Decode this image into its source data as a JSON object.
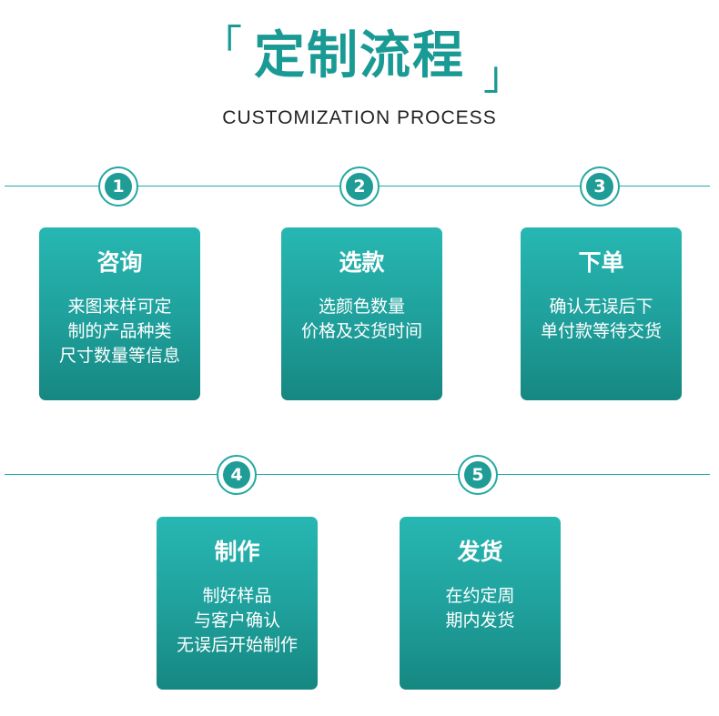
{
  "header": {
    "title": "定制流程",
    "subtitle": "CUSTOMIZATION PROCESS",
    "bracket_open": "「",
    "bracket_close": "」"
  },
  "colors": {
    "accent": "#1a9a94",
    "card_top": "#27b7b2",
    "card_bottom": "#168781"
  },
  "steps": [
    {
      "number": "1",
      "title": "咨询",
      "lines": [
        "来图来样可定",
        "制的产品种类",
        "尺寸数量等信息"
      ]
    },
    {
      "number": "2",
      "title": "选款",
      "lines": [
        "选颜色数量",
        "价格及交货时间"
      ]
    },
    {
      "number": "3",
      "title": "下单",
      "lines": [
        "确认无误后下",
        "单付款等待交货"
      ]
    },
    {
      "number": "4",
      "title": "制作",
      "lines": [
        "制好样品",
        "与客户确认",
        "无误后开始制作"
      ]
    },
    {
      "number": "5",
      "title": "发货",
      "lines": [
        "在约定周",
        "期内发货"
      ]
    }
  ]
}
